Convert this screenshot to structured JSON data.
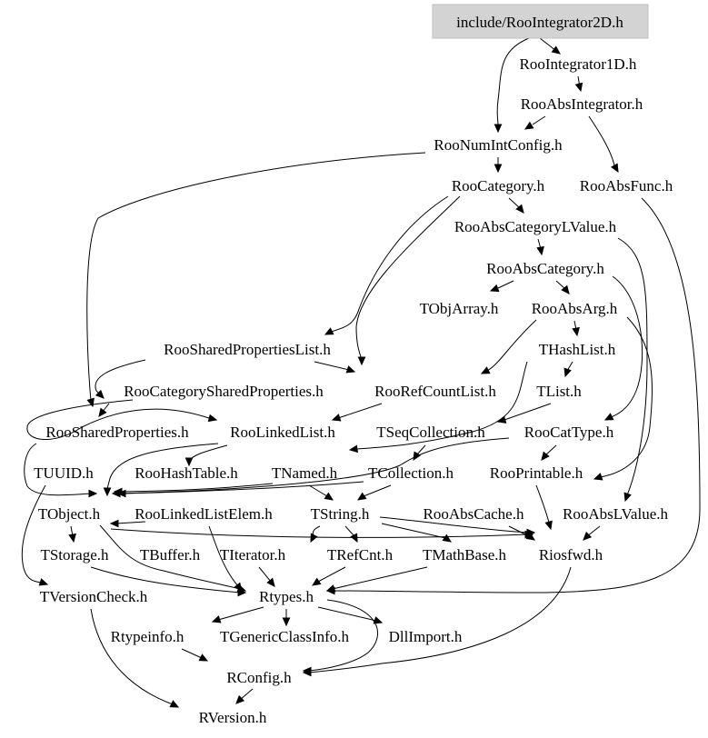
{
  "title": "include/RooIntegrator2D.h",
  "colors": {
    "root_fill": "#d3d3d3",
    "edge": "#000000",
    "text": "#000000"
  },
  "nodes": {
    "root": "include/RooIntegrator2D.h",
    "rooIntegrator1D": "RooIntegrator1D.h",
    "rooAbsIntegrator": "RooAbsIntegrator.h",
    "rooNumIntConfig": "RooNumIntConfig.h",
    "rooCategory": "RooCategory.h",
    "rooAbsFunc": "RooAbsFunc.h",
    "rooAbsCategoryLValue": "RooAbsCategoryLValue.h",
    "rooAbsCategory": "RooAbsCategory.h",
    "tObjArray": "TObjArray.h",
    "rooAbsArg": "RooAbsArg.h",
    "rooSharedPropertiesList": "RooSharedPropertiesList.h",
    "tHashList": "THashList.h",
    "rooCategorySharedProperties": "RooCategorySharedProperties.h",
    "rooRefCountList": "RooRefCountList.h",
    "tList": "TList.h",
    "rooSharedProperties": "RooSharedProperties.h",
    "rooLinkedList": "RooLinkedList.h",
    "tSeqCollection": "TSeqCollection.h",
    "rooCatType": "RooCatType.h",
    "tUUID": "TUUID.h",
    "rooHashTable": "RooHashTable.h",
    "tNamed": "TNamed.h",
    "tCollection": "TCollection.h",
    "rooPrintable": "RooPrintable.h",
    "tObject": "TObject.h",
    "rooLinkedListElem": "RooLinkedListElem.h",
    "tString": "TString.h",
    "rooAbsCache": "RooAbsCache.h",
    "rooAbsLValue": "RooAbsLValue.h",
    "tStorage": "TStorage.h",
    "tBuffer": "TBuffer.h",
    "tIterator": "TIterator.h",
    "tRefCnt": "TRefCnt.h",
    "tMathBase": "TMathBase.h",
    "riosfwd": "Riosfwd.h",
    "tVersionCheck": "TVersionCheck.h",
    "rtypes": "Rtypes.h",
    "rtypeinfo": "Rtypeinfo.h",
    "tGenericClassInfo": "TGenericClassInfo.h",
    "dllImport": "DllImport.h",
    "rConfig": "RConfig.h",
    "rVersion": "RVersion.h"
  }
}
